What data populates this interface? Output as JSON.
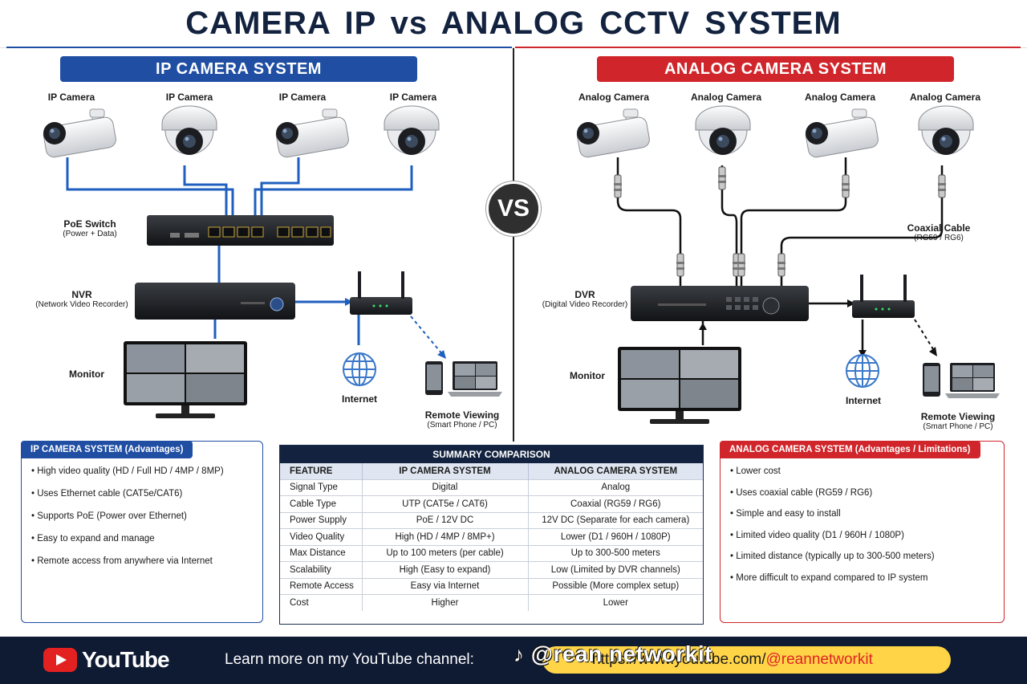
{
  "title": "CAMERA IP vs ANALOG CCTV SYSTEM",
  "vs": "VS",
  "ip": {
    "banner": "IP CAMERA SYSTEM",
    "cameras": [
      "IP Camera",
      "IP Camera",
      "IP Camera",
      "IP Camera"
    ],
    "poe_switch": {
      "title": "PoE Switch",
      "sub": "(Power + Data)"
    },
    "nvr": {
      "title": "NVR",
      "sub": "(Network Video Recorder)"
    },
    "monitor": "Monitor",
    "internet": "Internet",
    "remote": {
      "title": "Remote Viewing",
      "sub": "(Smart Phone / PC)"
    },
    "panel_title": "IP CAMERA SYSTEM (Advantages)",
    "advantages": [
      "High video quality (HD / Full HD / 4MP / 8MP)",
      "Uses Ethernet cable (CAT5e/CAT6)",
      "Supports PoE (Power over Ethernet)",
      "Easy to expand and manage",
      "Remote access from anywhere via Internet"
    ]
  },
  "analog": {
    "banner": "ANALOG CAMERA SYSTEM",
    "cameras": [
      "Analog Camera",
      "Analog Camera",
      "Analog Camera",
      "Analog Camera"
    ],
    "coax": {
      "title": "Coaxial Cable",
      "sub": "(RG59 / RG6)"
    },
    "dvr": {
      "title": "DVR",
      "sub": "(Digital Video Recorder)"
    },
    "monitor": "Monitor",
    "internet": "Internet",
    "remote": {
      "title": "Remote Viewing",
      "sub": "(Smart Phone / PC)"
    },
    "panel_title": "ANALOG CAMERA SYSTEM (Advantages / Limitations)",
    "points": [
      "Lower cost",
      "Uses coaxial cable (RG59 / RG6)",
      "Simple and easy to install",
      "Limited video quality (D1 / 960H / 1080P)",
      "Limited distance (typically up to 300-500 meters)",
      "More difficult to expand compared to IP system"
    ]
  },
  "summary": {
    "title": "SUMMARY COMPARISON",
    "headers": [
      "FEATURE",
      "IP CAMERA SYSTEM",
      "ANALOG CAMERA SYSTEM"
    ],
    "rows": [
      [
        "Signal Type",
        "Digital",
        "Analog"
      ],
      [
        "Cable Type",
        "UTP (CAT5e / CAT6)",
        "Coaxial (RG59 / RG6)"
      ],
      [
        "Power Supply",
        "PoE / 12V DC",
        "12V DC (Separate for each camera)"
      ],
      [
        "Video Quality",
        "High (HD / 4MP / 8MP+)",
        "Lower (D1 / 960H / 1080P)"
      ],
      [
        "Max Distance",
        "Up to 100 meters (per cable)",
        "Up to 300-500 meters"
      ],
      [
        "Scalability",
        "High (Easy to expand)",
        "Low (Limited by DVR channels)"
      ],
      [
        "Remote Access",
        "Easy via Internet",
        "Possible (More complex setup)"
      ],
      [
        "Cost",
        "Higher",
        "Lower"
      ]
    ]
  },
  "footer": {
    "youtube_word": "YouTube",
    "text": "Learn more on my YouTube channel:",
    "url_prefix": "https://www.youtube.com/",
    "url_handle": "@reannetworkit",
    "watermark": "@rean networkit"
  },
  "colors": {
    "ip_blue": "#1f4ea3",
    "analog_red": "#d0262b",
    "navy": "#13233f",
    "pill": "#ffd447"
  }
}
